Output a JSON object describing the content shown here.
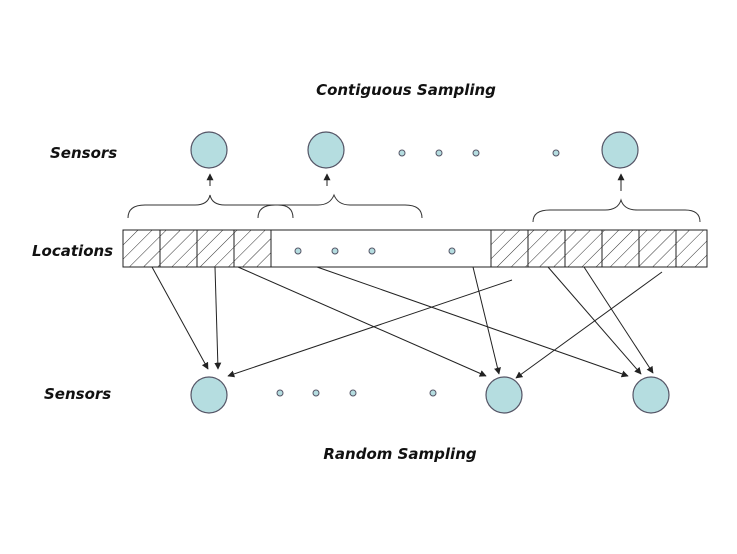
{
  "labels": {
    "top_title": "Contiguous Sampling",
    "bottom_title": "Random Sampling",
    "sensors_top": "Sensors",
    "locations": "Locations",
    "sensors_bottom": "Sensors"
  },
  "colors": {
    "sensor_fill": "#b5dde0",
    "line": "#222222"
  },
  "diagram": {
    "location_cells": 16,
    "hatched_cells": [
      0,
      1,
      2,
      3,
      10,
      11,
      12,
      13,
      14,
      15
    ],
    "top_sensors": 3,
    "bottom_sensors": 3
  }
}
